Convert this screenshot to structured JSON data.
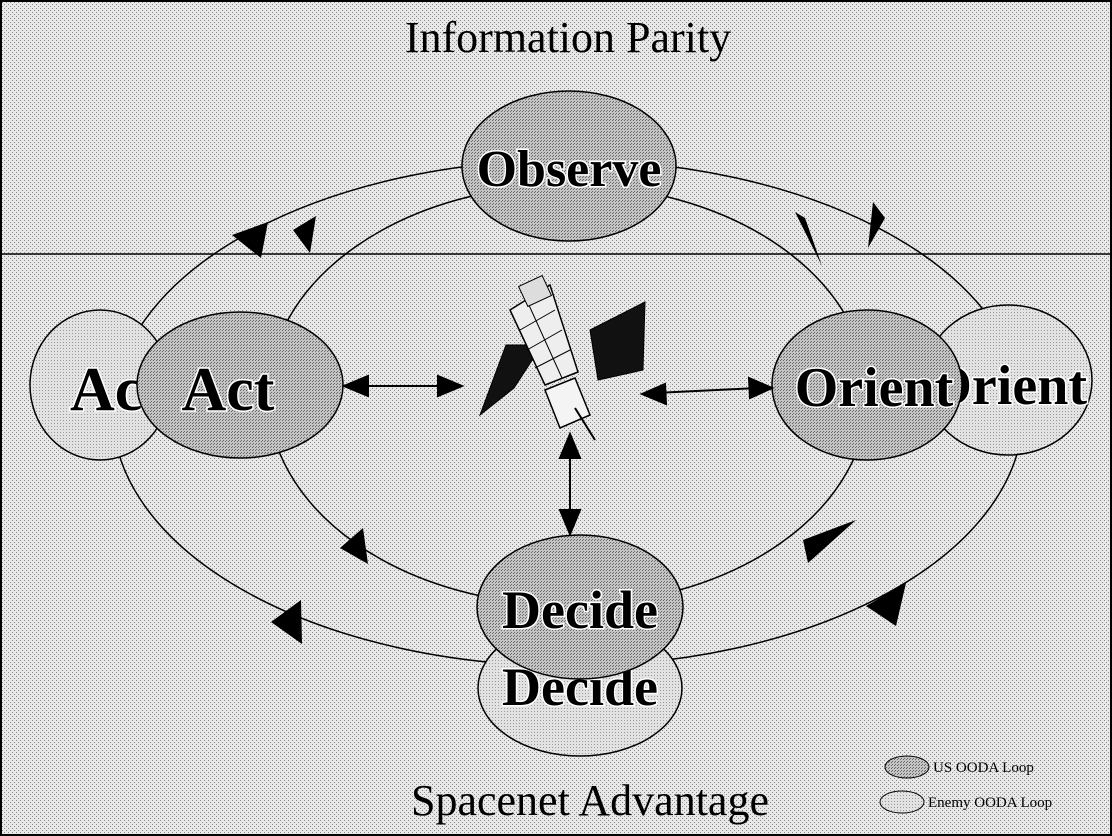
{
  "title_top": "Information Parity",
  "title_bottom": "Spacenet Advantage",
  "enemy_loop": {
    "observe": "Observe",
    "orient": "Orient",
    "decide": "Decide",
    "act": "Act",
    "color": "#d8d8d8"
  },
  "us_loop": {
    "orient": "Orient",
    "decide": "Decide",
    "act": "Act",
    "color": "#a0a0a0"
  },
  "legend": {
    "us": "US OODA Loop",
    "enemy": "Enemy OODA Loop"
  },
  "background": {
    "light": "#e6e6e6",
    "dot": "#9a9a9a"
  },
  "satellite_icon": "satellite-icon"
}
